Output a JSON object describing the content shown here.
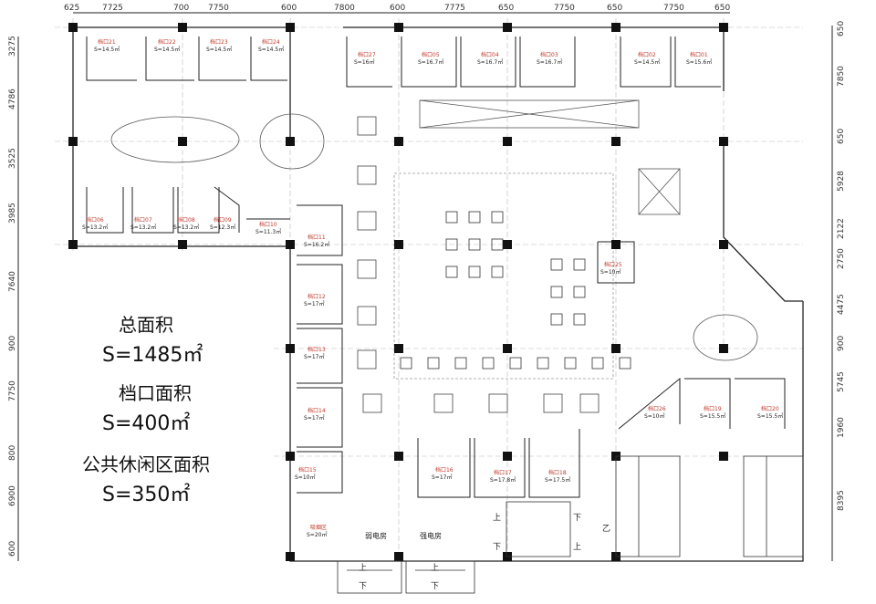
{
  "dimensions": {
    "top": [
      "625",
      "7725",
      "700",
      "7750",
      "600",
      "7800",
      "600",
      "7775",
      "650",
      "7750",
      "650",
      "7750",
      "650"
    ],
    "left": [
      "3275",
      "4786",
      "3525",
      "3985",
      "7640",
      "900",
      "7750",
      "800",
      "6900",
      "600"
    ],
    "right": [
      "650",
      "7850",
      "650",
      "5928",
      "2122",
      "2750",
      "4475",
      "900",
      "5745",
      "1960",
      "8395"
    ]
  },
  "stalls": [
    {
      "name": "档口21",
      "area": "S=14.5㎡"
    },
    {
      "name": "档口22",
      "area": "S=14.5㎡"
    },
    {
      "name": "档口23",
      "area": "S=14.5㎡"
    },
    {
      "name": "档口24",
      "area": "S=14.5㎡"
    },
    {
      "name": "档口27",
      "area": "S=16㎡"
    },
    {
      "name": "档口05",
      "area": "S=16.7㎡"
    },
    {
      "name": "档口04",
      "area": "S=16.7㎡"
    },
    {
      "name": "档口03",
      "area": "S=16.7㎡"
    },
    {
      "name": "档口02",
      "area": "S=14.5㎡"
    },
    {
      "name": "档口01",
      "area": "S=15.6㎡"
    },
    {
      "name": "档口06",
      "area": "S=13.2㎡"
    },
    {
      "name": "档口07",
      "area": "S=13.2㎡"
    },
    {
      "name": "档口08",
      "area": "S=13.2㎡"
    },
    {
      "name": "档口09",
      "area": "S=12.3㎡"
    },
    {
      "name": "档口10",
      "area": "S=11.3㎡"
    },
    {
      "name": "档口11",
      "area": "S=16.2㎡"
    },
    {
      "name": "档口12",
      "area": "S=17㎡"
    },
    {
      "name": "档口13",
      "area": "S=17㎡"
    },
    {
      "name": "档口14",
      "area": "S=17㎡"
    },
    {
      "name": "档口15",
      "area": "S=10㎡"
    },
    {
      "name": "档口16",
      "area": "S=17㎡"
    },
    {
      "name": "档口17",
      "area": "S=17.8㎡"
    },
    {
      "name": "档口18",
      "area": "S=17.5㎡"
    },
    {
      "name": "档口25",
      "area": "S=10㎡"
    },
    {
      "name": "档口26",
      "area": "S=10㎡"
    },
    {
      "name": "档口19",
      "area": "S=15.5㎡"
    },
    {
      "name": "档口20",
      "area": "S=15.5㎡"
    },
    {
      "name": "吸烟区",
      "area": "S=20㎡"
    }
  ],
  "rooms": {
    "weak_power": "弱电房",
    "strong_power": "强电房",
    "up": "上",
    "down": "下",
    "corridor_mark": "乙"
  },
  "summary": {
    "total_label": "总面积",
    "total_value": "S=1485㎡",
    "stall_label": "档口面积",
    "stall_value": "S=400㎡",
    "public_label": "公共休闲区面积",
    "public_value": "S=350㎡"
  }
}
